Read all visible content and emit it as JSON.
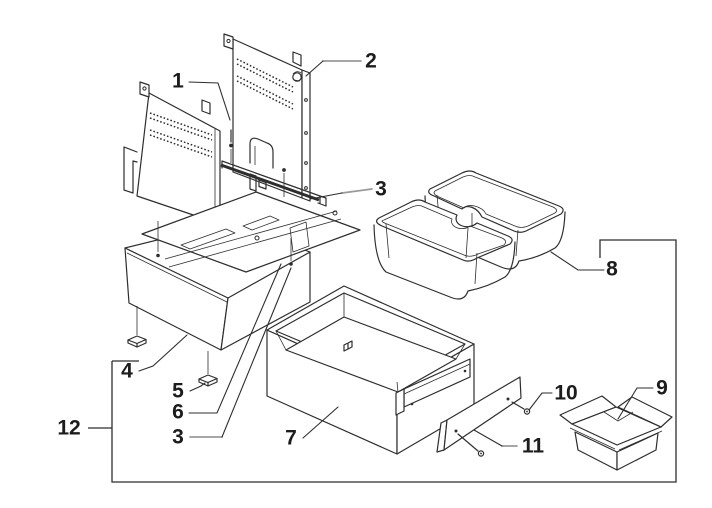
{
  "diagram": {
    "type": "exploded-parts-diagram",
    "background": "#ffffff",
    "line_color": "#2e2e2e",
    "leader_gray_color": "#9a9a9a",
    "label_color": "#1c1c1c",
    "labels": {
      "part1": "1",
      "part2": "2",
      "part3_top": "3",
      "part4": "4",
      "part5": "5",
      "part6": "6",
      "part3_bottom": "3",
      "part7": "7",
      "part8": "8",
      "part9": "9",
      "part10": "10",
      "part11": "11",
      "part12": "12"
    }
  }
}
